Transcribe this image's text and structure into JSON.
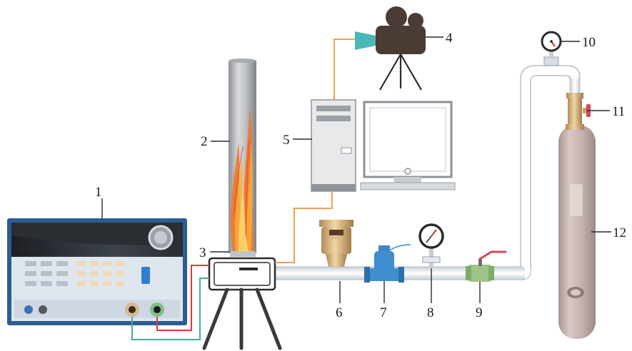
{
  "labels": {
    "l1": "1",
    "l2": "2",
    "l3": "3",
    "l4": "4",
    "l5": "5",
    "l6": "6",
    "l7": "7",
    "l8": "8",
    "l9": "9",
    "l10": "10",
    "l11": "11",
    "l12": "12"
  },
  "colors": {
    "pipe": "#eef1f4",
    "pipe_edge": "#b8c2cb",
    "camera": "#4a3b34",
    "lens": "#49b9b6",
    "signal_wire": "#f0a050",
    "power_red": "#d93b3b",
    "power_green": "#3fae9c",
    "cylinder": "#c4b1ad",
    "flame": "#f07a2c",
    "psu_body": "#dfe6ee",
    "psu_frame": "#2c5d91"
  }
}
